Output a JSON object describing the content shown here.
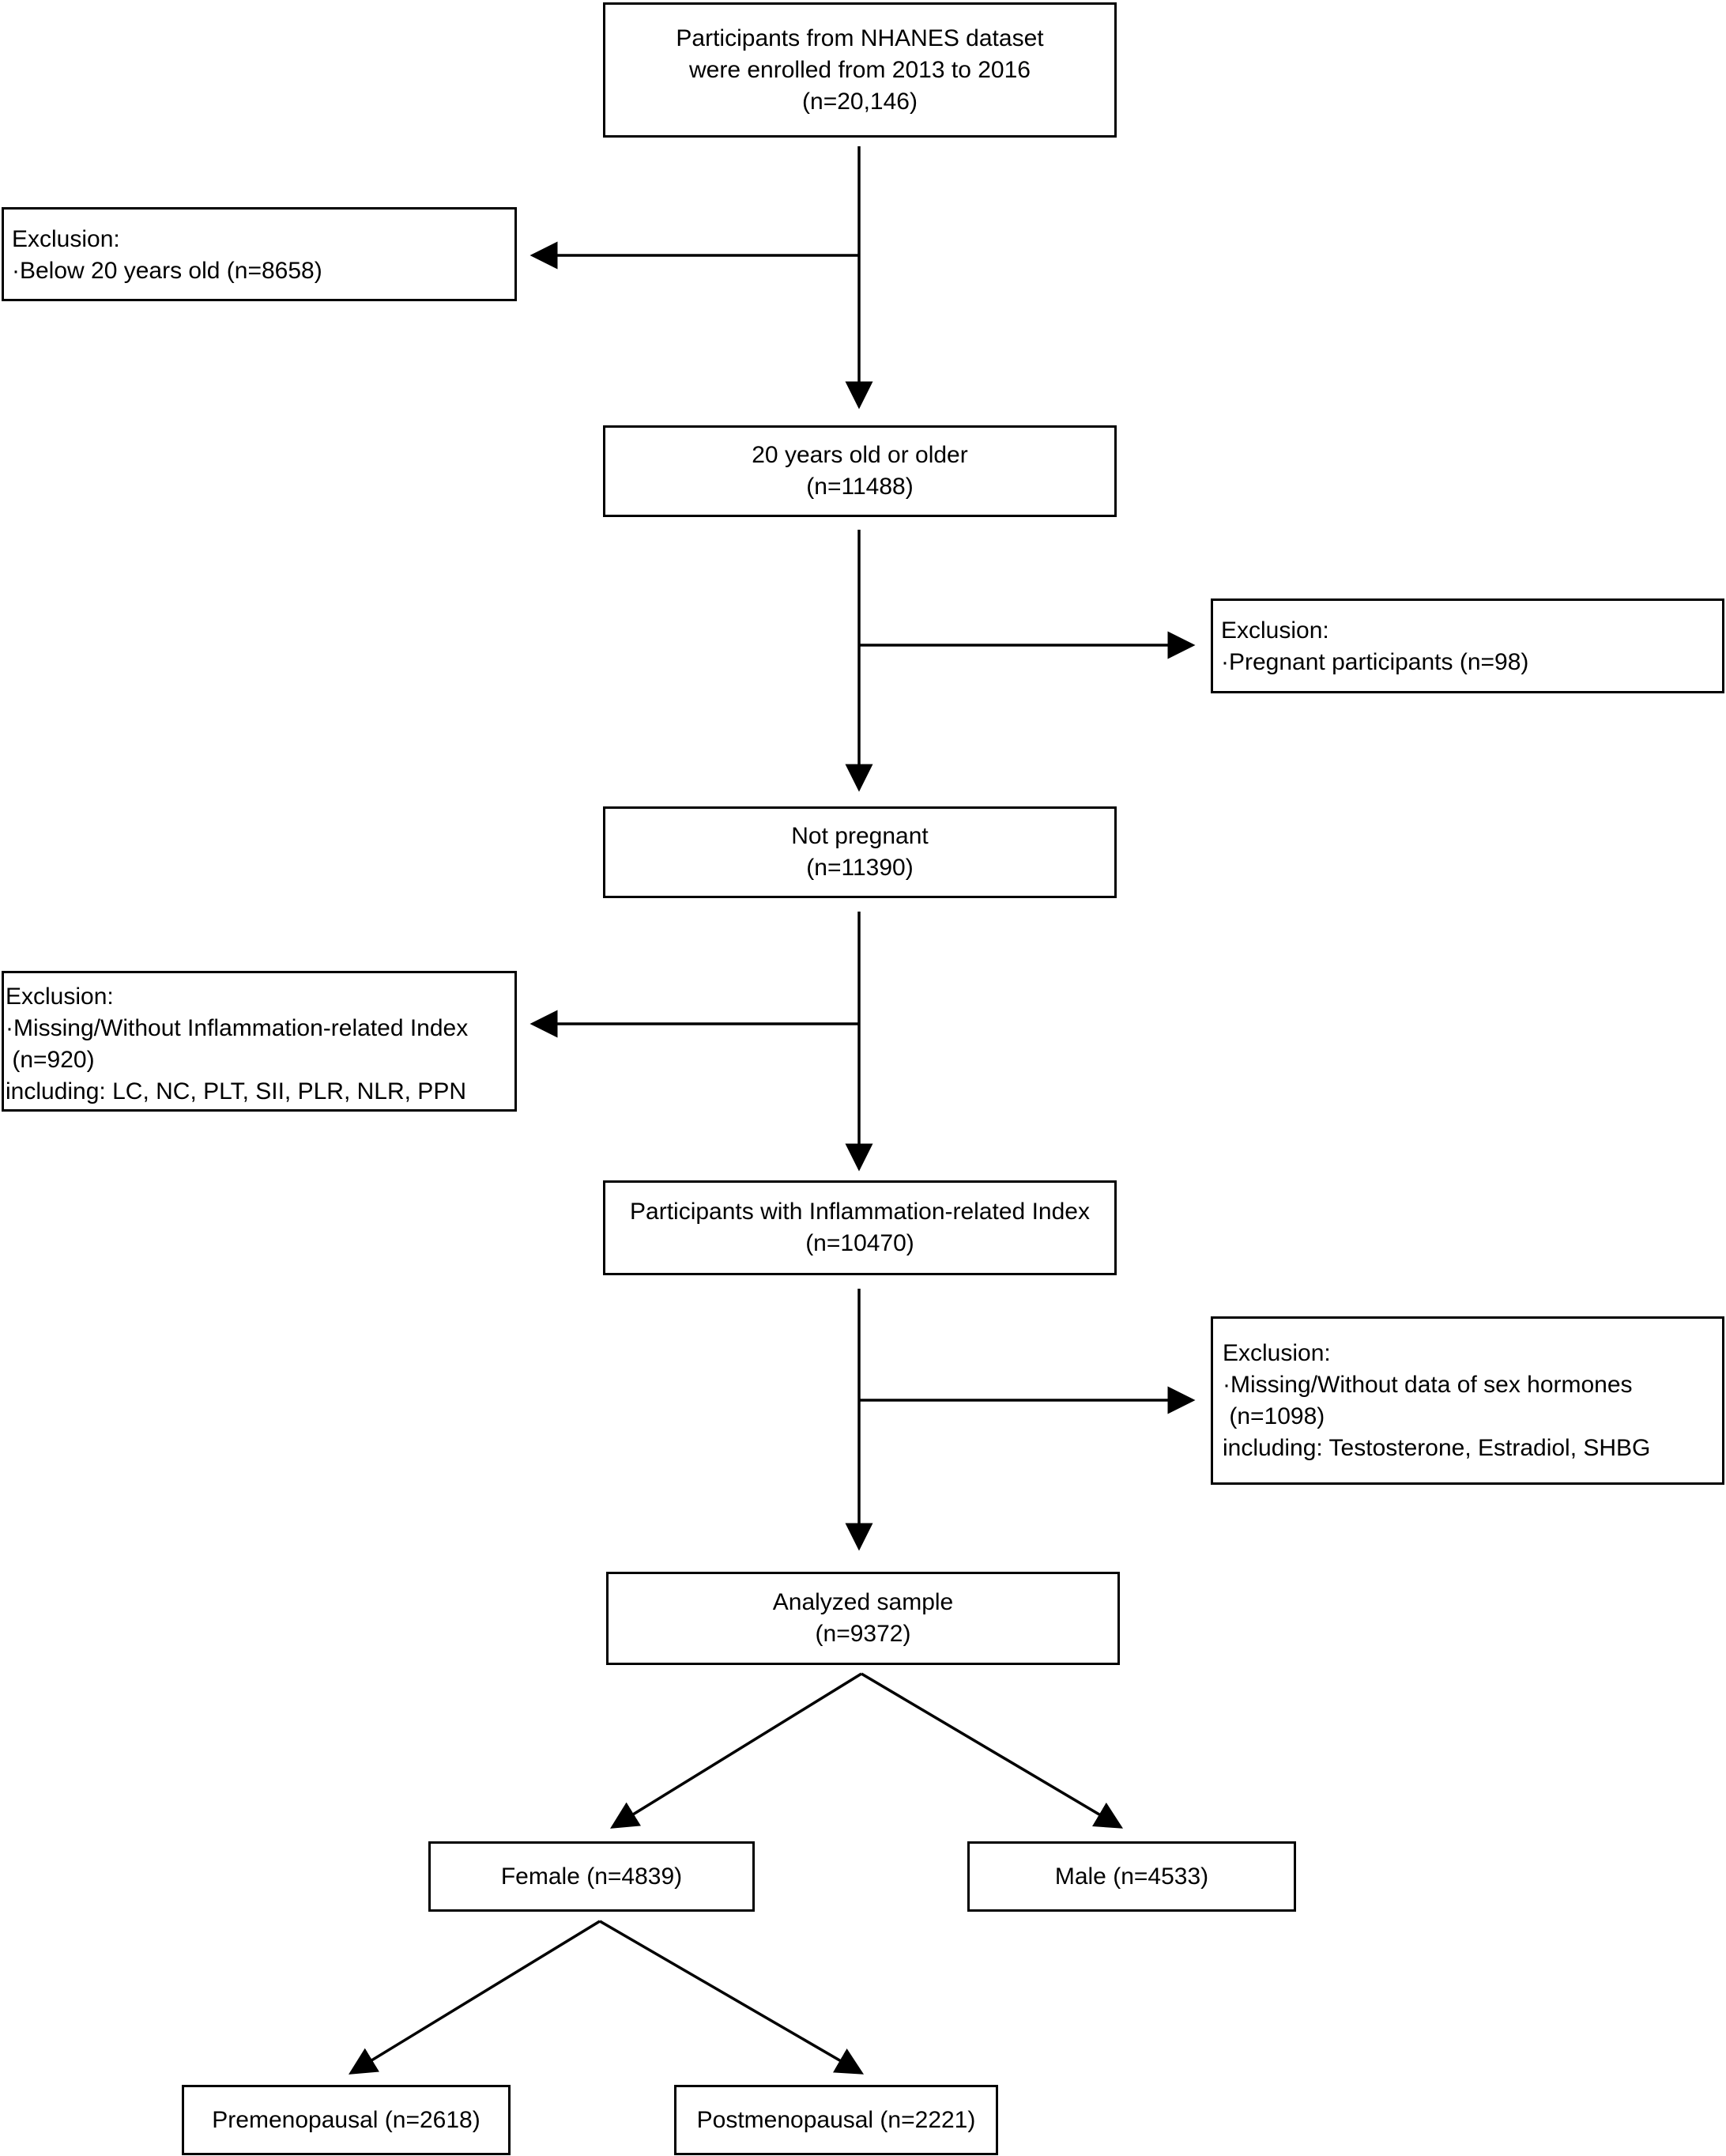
{
  "diagram": {
    "nodes": {
      "enrolled": {
        "lines": [
          "Participants from NHANES dataset",
          "were enrolled from 2013 to 2016",
          "(n=20,146)"
        ]
      },
      "exclusion_age": {
        "lines": [
          "Exclusion:",
          "·Below 20 years old (n=8658)"
        ]
      },
      "adults": {
        "lines": [
          "20 years old or older",
          "(n=11488)"
        ]
      },
      "exclusion_pregnant": {
        "lines": [
          "Exclusion:",
          "·Pregnant participants (n=98)"
        ]
      },
      "not_pregnant": {
        "lines": [
          "Not pregnant",
          "(n=11390)"
        ]
      },
      "exclusion_inflammation": {
        "lines": [
          "Exclusion:",
          "·Missing/Without Inflammation-related Index",
          " (n=920)",
          "including: LC, NC, PLT, SII, PLR, NLR, PPN"
        ]
      },
      "with_inflammation": {
        "lines": [
          "Participants with Inflammation-related Index",
          "(n=10470)"
        ]
      },
      "exclusion_hormones": {
        "lines": [
          "Exclusion:",
          "·Missing/Without data of sex hormones",
          " (n=1098)",
          "including: Testosterone, Estradiol, SHBG"
        ]
      },
      "analyzed": {
        "lines": [
          "Analyzed sample",
          "(n=9372)"
        ]
      },
      "female": {
        "lines": [
          "Female (n=4839)"
        ]
      },
      "male": {
        "lines": [
          "Male (n=4533)"
        ]
      },
      "premenopausal": {
        "lines": [
          "Premenopausal (n=2618)"
        ]
      },
      "postmenopausal": {
        "lines": [
          "Postmenopausal (n=2221)"
        ]
      }
    },
    "edges": [
      {
        "from": "enrolled",
        "to": "adults"
      },
      {
        "from": "enrolled",
        "to": "exclusion_age"
      },
      {
        "from": "adults",
        "to": "not_pregnant"
      },
      {
        "from": "adults",
        "to": "exclusion_pregnant"
      },
      {
        "from": "not_pregnant",
        "to": "with_inflammation"
      },
      {
        "from": "not_pregnant",
        "to": "exclusion_inflammation"
      },
      {
        "from": "with_inflammation",
        "to": "analyzed"
      },
      {
        "from": "with_inflammation",
        "to": "exclusion_hormones"
      },
      {
        "from": "analyzed",
        "to": "female"
      },
      {
        "from": "analyzed",
        "to": "male"
      },
      {
        "from": "female",
        "to": "premenopausal"
      },
      {
        "from": "female",
        "to": "postmenopausal"
      }
    ]
  }
}
